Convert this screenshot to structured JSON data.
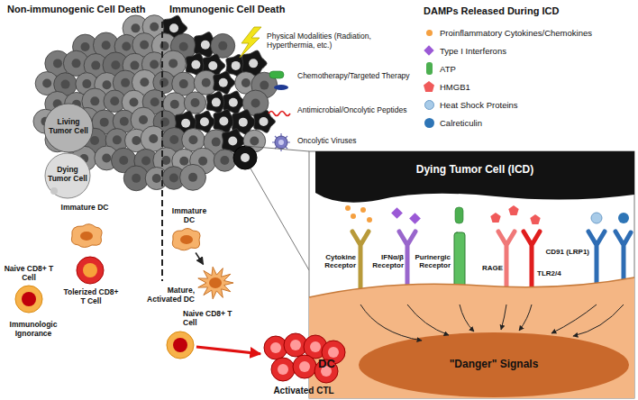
{
  "diagram": {
    "nodes": [
      {
        "text": [
          "Immature DC"
        ]
      },
      {
        "text": [
          "Mature, Activated DC"
        ]
      },
      {
        "text": [
          "Naive CD8+ T Cell"
        ]
      },
      {
        "text": [
          "Activated CTL"
        ]
      },
      {
        "text": [
          "Dying Tumor Cell (ICD)"
        ]
      },
      {
        "text": [
          "DC",
          "\"Danger\" Signals"
        ]
      }
    ],
    "edges": [
      {
        "from": 0,
        "to": 1,
        "arrow": "to"
      },
      {
        "from": 2,
        "to": 3,
        "arrow": "to"
      }
    ],
    "labels": [
      "Non-immunogenic Cell Death",
      "Immunogenic Cell Death",
      "Physical Modalities (Radiation, Hyperthermia, etc.)",
      "Chemotherapy/Targeted Therapy",
      "Antimicrobial/Oncolytic Peptides",
      "Oncolytic Viruses",
      "DAMPs Released During ICD",
      "Living Tumor Cell",
      "Dying Tumor Cell",
      "Immature DC",
      "Naive CD8+ T Cell",
      "Tolerized CD8+ T Cell",
      "Immunologic Ignorance",
      "Cytokine Receptor",
      "IFNα/β Receptor",
      "Purinergic Receptor",
      "RAGE",
      "TLR2/4",
      "CD91 (LRP1)"
    ],
    "legend": [
      {
        "text": "Proinflammatory Cytokines/Chemokines",
        "color": "#f5a040"
      },
      {
        "text": "Type I Interferons",
        "color": "#9b59d6"
      },
      {
        "text": "ATP",
        "color": "#4caf50"
      },
      {
        "text": "HMGB1",
        "color": "#f05a5a"
      },
      {
        "text": "Heat Shock Proteins",
        "color": "#a8cbe8"
      },
      {
        "text": "Calreticulin",
        "color": "#2e75b6"
      }
    ]
  }
}
